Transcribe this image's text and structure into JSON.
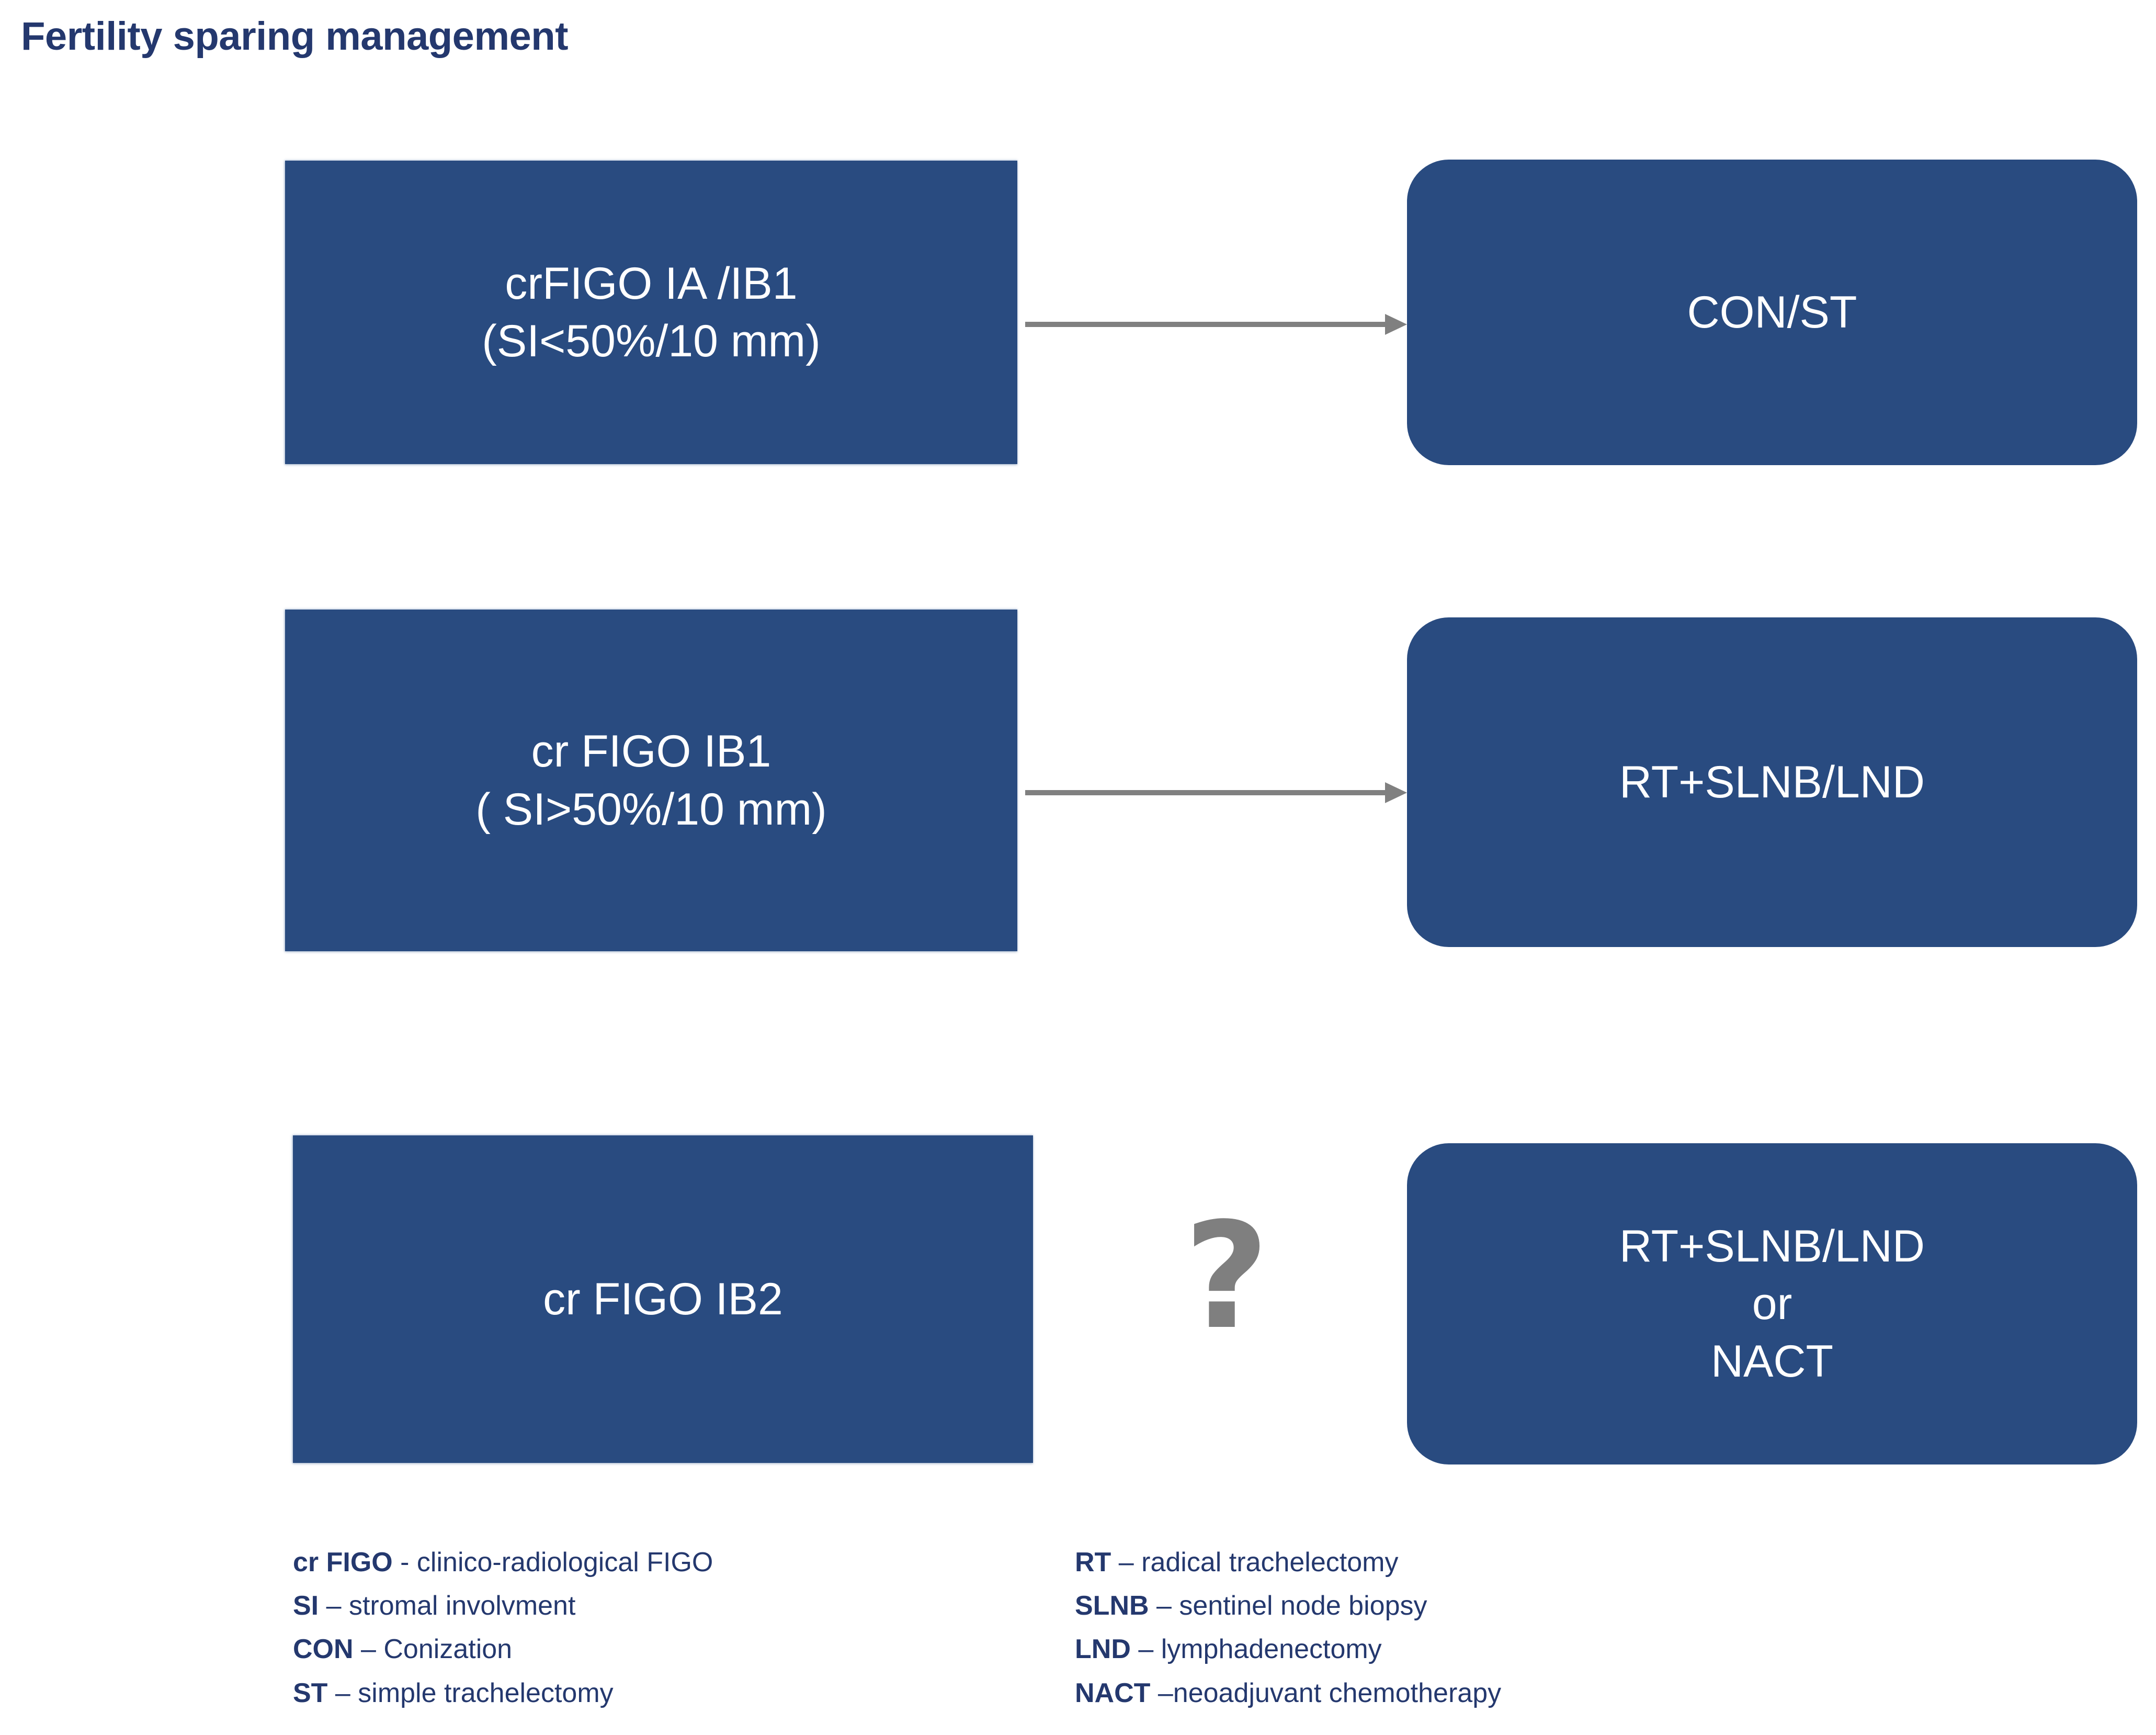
{
  "page": {
    "title": "Fertility sparing management",
    "background_color": "#ffffff",
    "accent_color": "#294b80",
    "text_color": "#24386e",
    "arrow_color": "#808080"
  },
  "flow": {
    "rows": [
      {
        "condition": {
          "line1": "crFIGO IA /IB1",
          "line2": "(SI<50%/10 mm)"
        },
        "connector": "arrow-right",
        "treatment": {
          "line1": "CON/ST"
        }
      },
      {
        "condition": {
          "line1": "cr FIGO IB1",
          "line2": "( SI>50%/10 mm)"
        },
        "connector": "arrow-right",
        "treatment": {
          "line1": "RT+SLNB/LND"
        }
      },
      {
        "condition": {
          "line1": "cr FIGO IB2"
        },
        "connector": "question-mark",
        "connector_symbol": "?",
        "treatment": {
          "line1": "RT+SLNB/LND",
          "line2": "or",
          "line3": "NACT"
        }
      }
    ]
  },
  "legend": {
    "left": [
      {
        "abbr": "cr FIGO",
        "desc": " - clinico-radiological FIGO"
      },
      {
        "abbr": "SI",
        "desc": " – stromal involvment"
      },
      {
        "abbr": "CON",
        "desc": " – Conization"
      },
      {
        "abbr": "ST",
        "desc": " – simple trachelectomy"
      }
    ],
    "right": [
      {
        "abbr": "RT",
        "desc": " – radical trachelectomy"
      },
      {
        "abbr": "SLNB",
        "desc": " – sentinel node biopsy"
      },
      {
        "abbr": "LND",
        "desc": " – lymphadenectomy"
      },
      {
        "abbr": "NACT",
        "desc": " –neoadjuvant chemotherapy"
      }
    ]
  }
}
